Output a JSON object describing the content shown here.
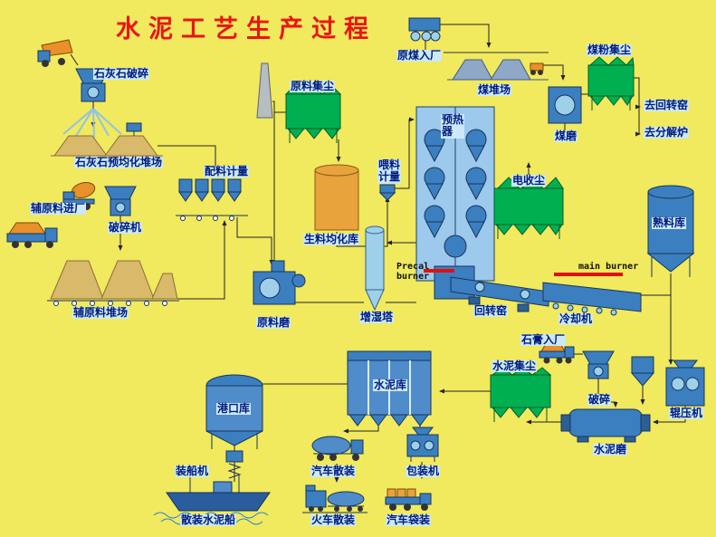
{
  "title": {
    "text": "水泥工艺生产过程"
  },
  "labels": {
    "limestone_crushing": "石灰石破碎",
    "limestone_preblending_yard": "石灰石预均化堆场",
    "aux_material_inbound": "辅原料进厂",
    "crusher": "破碎机",
    "aux_material_yard": "辅原料堆场",
    "batching_metering": "配料计量",
    "raw_dust_collection": "原料集尘",
    "raw_meal_silo": "生料均化库",
    "feed_metering": "喂料\n计量",
    "raw_mill": "原料磨",
    "humidifying_tower": "增湿塔",
    "raw_coal_inbound": "原煤入厂",
    "coal_yard": "煤堆场",
    "coal_dust_collection": "煤粉集尘",
    "coal_mill": "煤磨",
    "to_rotary_kiln": "去回转窑",
    "to_calciner": "去分解炉",
    "preheater": "预热\n器",
    "ep_collector": "电收尘",
    "clinker_silo": "熟料库",
    "precal_burner": "Precal\nburner",
    "main_burner": "main burner",
    "rotary_kiln": "回转窑",
    "cooler": "冷却机",
    "gypsum_inbound": "石膏入厂",
    "cement_dust_collection": "水泥集尘",
    "gypsum_crushing": "破碎",
    "roller_press": "辊压机",
    "cement_mill": "水泥磨",
    "cement_silo": "水泥库",
    "port_silo": "港口库",
    "ship_loader": "装船机",
    "bulk_cement_ship": "散装水泥船",
    "truck_bulk": "汽车散装",
    "train_bulk": "火车散装",
    "packing_machine": "包装机",
    "truck_bagged": "汽车袋装"
  },
  "colors": {
    "background": "#f1e95e",
    "title_red": "#e81515",
    "label_text": "#001b7e",
    "label_chip": "#cbe9f6",
    "equipment_blue": "#3c7fc0",
    "dust_collector_green": "#00b050",
    "silo_orange": "#e8a33d",
    "stockpile_tan": "#d9b96a",
    "burner_red": "#e01010"
  },
  "icons": [
    "dump-truck-icon",
    "limestone-crusher-icon",
    "stacker-fan-icon",
    "limestone-stockpile-icon",
    "reclaimer-icon",
    "mixer-truck-icon",
    "aux-crusher-icon",
    "loaded-truck-icon",
    "aux-stockpile-icon",
    "batching-hoppers-icon",
    "chimney-icon",
    "raw-dust-collector-icon",
    "raw-meal-silo-icon",
    "feed-metering-icon",
    "raw-mill-icon",
    "humidifier-tower-icon",
    "preheater-tower-icon",
    "ep-collector-icon",
    "clinker-silo-icon",
    "rotary-kiln-icon",
    "grate-cooler-icon",
    "precal-burner-flame",
    "main-burner-flame",
    "coal-unloader-icon",
    "coal-yard-icon",
    "wheel-loader-icon",
    "coal-mill-icon",
    "coal-dust-collector-icon",
    "gypsum-truck-icon",
    "gypsum-crusher-icon",
    "mill-feed-hopper-icon",
    "roller-press-icon",
    "cement-mill-icon",
    "cement-dust-collector-icon",
    "cement-silos-icon",
    "port-silo-icon",
    "ship-loader-icon",
    "cement-ship-icon",
    "bulk-truck-icon",
    "train-icon",
    "packer-icon",
    "bag-truck-icon"
  ]
}
